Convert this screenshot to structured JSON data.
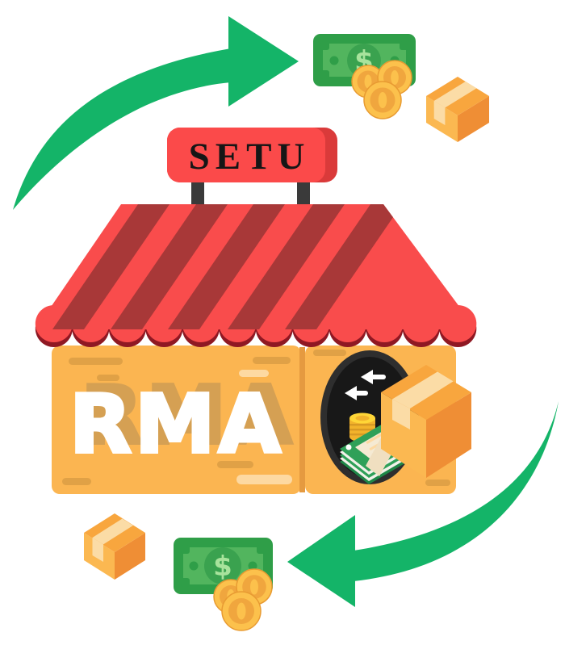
{
  "description": "Flat vector illustration of a storefront with a SETU sign and RMA lettering, surrounded by a green return/exchange cycle of money, coins and shipping boxes",
  "sign": {
    "label": "SETU"
  },
  "storefront": {
    "title": "RMA"
  },
  "money_bill_top": {
    "currency_symbol": "$"
  },
  "money_bill_bottom": {
    "currency_symbol": "$"
  },
  "icons": {
    "cycle_arrow_top": "curved-arrow-pointing-right",
    "cycle_arrow_bottom": "curved-arrow-pointing-left",
    "exchange_arrows": "double-left-arrows",
    "money_bill": "dollar-banknote",
    "coins": "gold-coins",
    "package_box": "cardboard-parcel-box",
    "coin_stack": "stack-of-coins",
    "money_stack": "strapped-banknote-stack"
  },
  "colors": {
    "arrow_green": "#14b468",
    "roof_red": "#f94c4c",
    "roof_stripe": "#a83838",
    "scallop_shadow": "#8f1823",
    "building_orange": "#fbb551",
    "building_seam": "#e59a40",
    "building_dash_dark": "#e0a146",
    "building_dash_light": "#fdd9a2",
    "rma_shadow": "#d5a053",
    "sign_red": "#fb4a4a",
    "sign_red_dark": "#da3a3a",
    "sign_post": "#3a3a3a",
    "sign_text": "#161616",
    "circle_dark": "#181818",
    "circle_ring": "#2e2e2e",
    "bill_dark": "#2f9e48",
    "bill_light": "#52b55e",
    "bill_circle": "#3aa24f",
    "bill_symbol": "#a8e39c",
    "coin_gold": "#fcc14c",
    "coin_inner": "#f0a63e",
    "coin_edge": "#e89b32",
    "box_top": "#f8a63e",
    "box_left": "#fbb851",
    "box_right": "#ef8e35",
    "box_tape": "#fbdca6",
    "stack_green": "#2fa058",
    "stack_green_dark": "#1f8747",
    "stack_white": "#f2f2ea",
    "stack_panel": "#f5ead3",
    "stack_strap": "#f0dfc0",
    "coinstack_side": "#f2b32b",
    "coinstack_top": "#ffd637",
    "coinstack_line": "#d89a24"
  }
}
